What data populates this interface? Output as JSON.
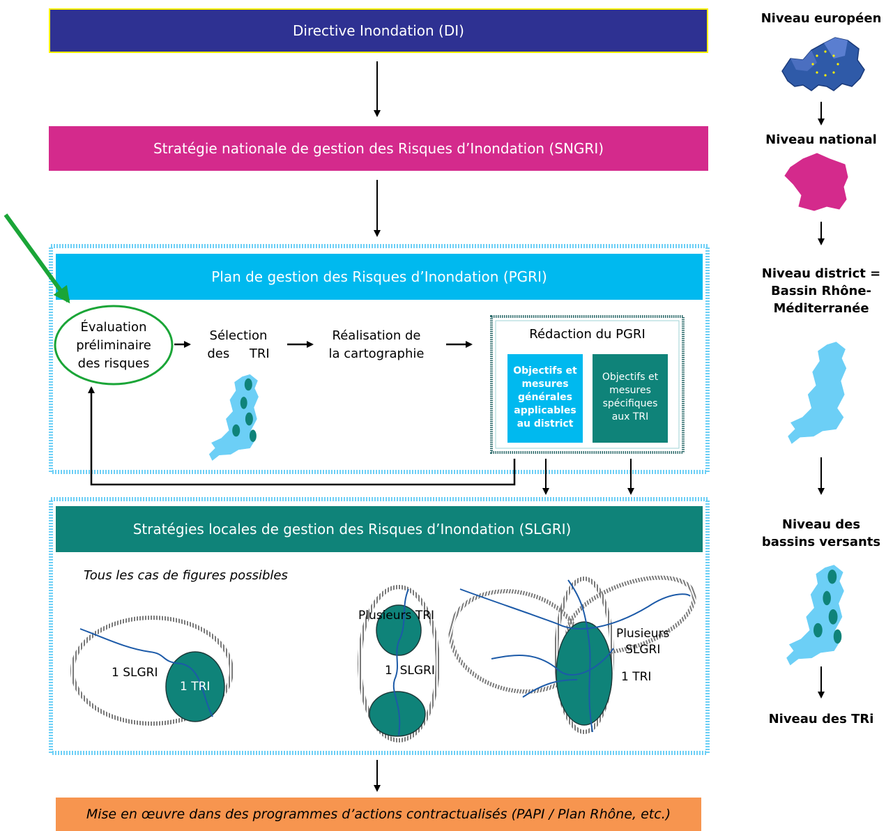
{
  "top": {
    "di_label": "Directive Inondation (DI)",
    "sngri_label": "Stratégie nationale de gestion des Risques d’Inondation (SNGRI)",
    "pgri_label": "Plan de gestion des Risques d’Inondation (PGRI)",
    "slgri_label": "Stratégies locales de gestion des Risques d’Inondation (SLGRI)",
    "mise_label": "Mise en œuvre dans des programmes d’actions contractualisés (PAPI / Plan Rhône, etc.)"
  },
  "pgri_steps": {
    "evaluation": [
      "Évaluation",
      "préliminaire",
      "des risques"
    ],
    "selection": [
      "Sélection",
      "des     TRI"
    ],
    "realisation": [
      "Réalisation de",
      "la cartographie"
    ],
    "redaction_title": "Rédaction du PGRI",
    "objectifs_generaux": [
      "Objectifs et",
      "mesures",
      "générales",
      "applicables",
      "au district"
    ],
    "objectifs_specifiques": [
      "Objectifs et",
      "mesures",
      "spécifiques",
      "aux TRI"
    ]
  },
  "slgri_cases": {
    "heading": "Tous les cas de figures possibles",
    "case1_slgri": "1 SLGRI",
    "case1_tri": "1 TRI",
    "case2_tri": "Plusieurs TRI",
    "case2_slgri": "1  SLGRI",
    "case3_slgri": [
      "Plusieurs",
      "SLGRI"
    ],
    "case3_tri": "1 TRI"
  },
  "levels": {
    "european": "Niveau européen",
    "national": "Niveau national",
    "district": [
      "Niveau district =",
      "Bassin Rhône-",
      "Méditerranée"
    ],
    "bassins": [
      "Niveau des",
      "bassins versants"
    ],
    "tri": "Niveau des TRi"
  },
  "colors": {
    "di": "#2e3192",
    "di_border": "#fff200",
    "sngri": "#d42a8c",
    "pgri": "#00b9ef",
    "slgri": "#0f8379",
    "mise": "#f7954f",
    "light_blue": "#6ccff6",
    "teal": "#0f8379",
    "green_arrow": "#1aa537"
  }
}
